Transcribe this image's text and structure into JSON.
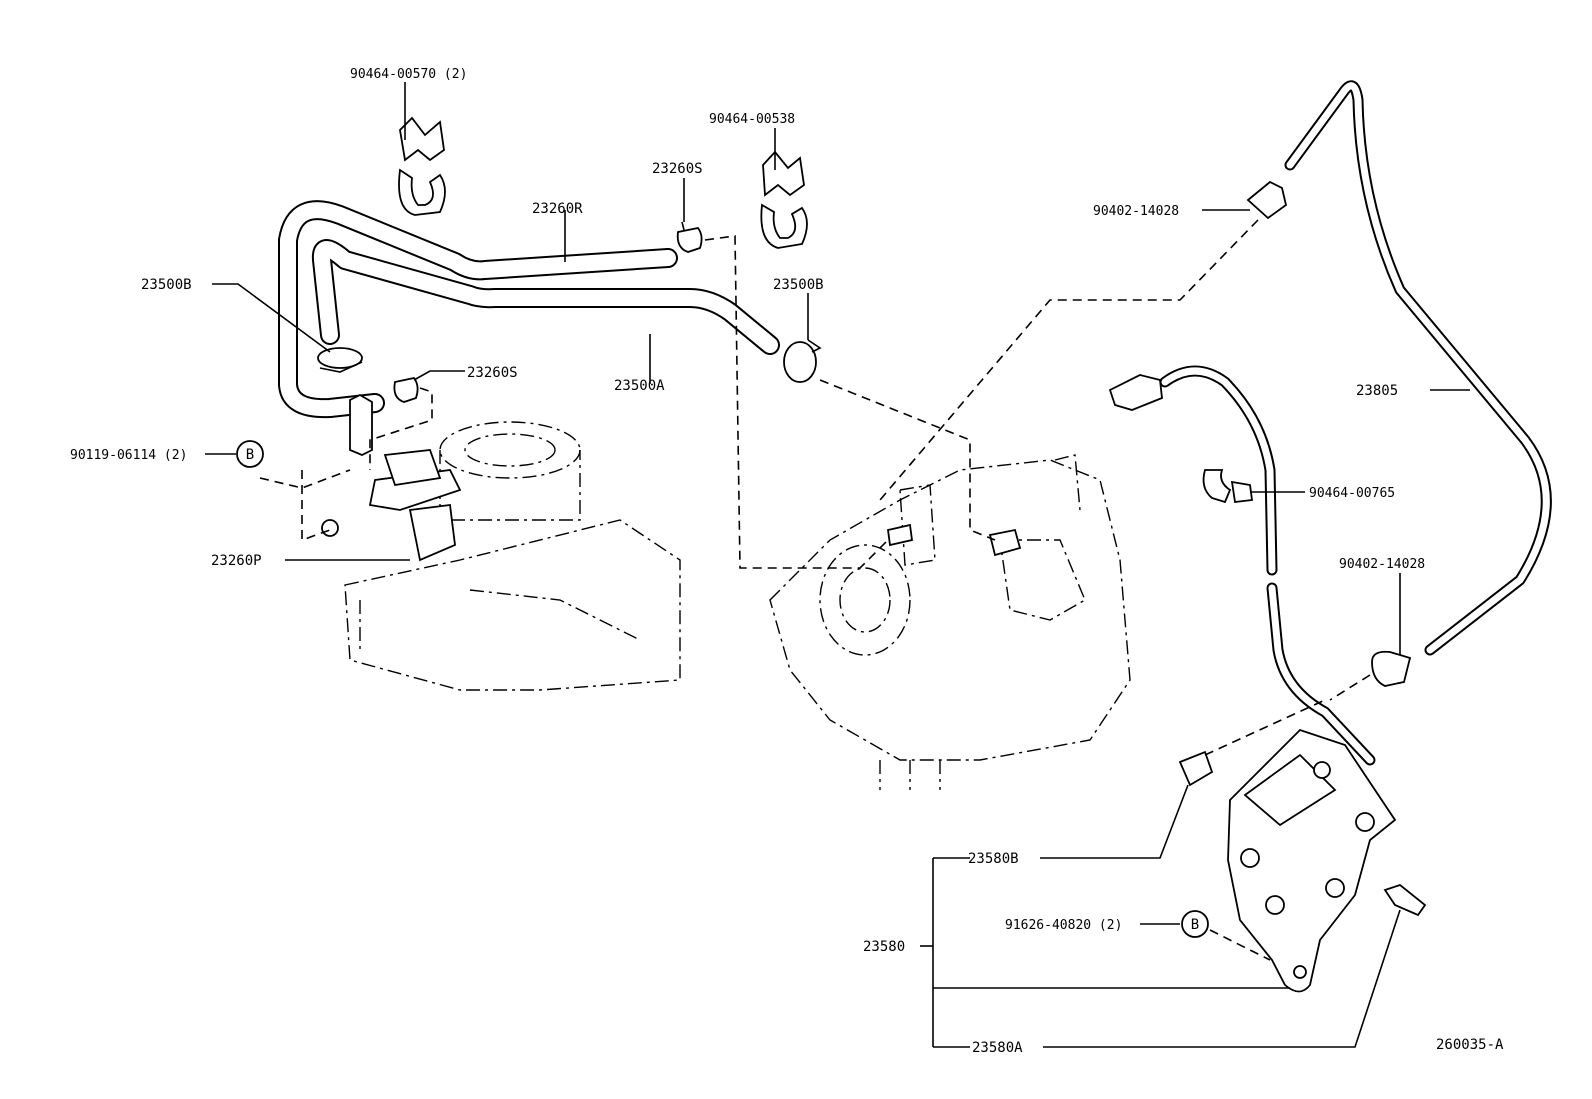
{
  "labels": {
    "clip_570": "90464-00570 (2)",
    "clip_538": "90464-00538",
    "hose_r": "23260R",
    "clamp_s_top": "23260S",
    "clamp_b_left": "23500B",
    "clamp_b_right": "23500B",
    "clamp_s_mid": "23260S",
    "hose_a": "23500A",
    "bolt_left": "90119-06114 (2)",
    "ref_b_left": "B",
    "valve_p": "23260P",
    "cap_top": "90402-14028",
    "hose_805": "23805",
    "clip_765": "90464-00765",
    "cap_right": "90402-14028",
    "fitting_b": "23580B",
    "bolt_right": "91626-40820 (2)",
    "ref_b_right": "B",
    "assy": "23580",
    "fitting_a": "23580A",
    "diagram_code": "260035-A"
  }
}
